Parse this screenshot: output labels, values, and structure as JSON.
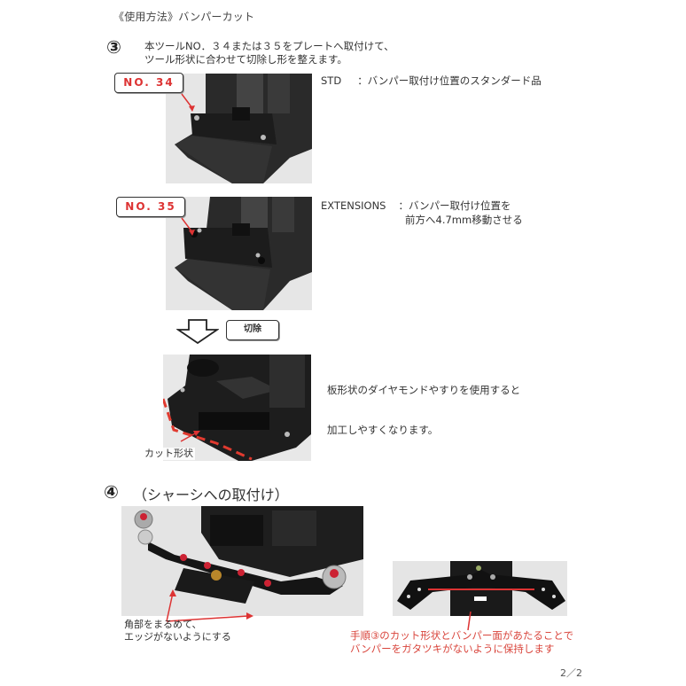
{
  "page": {
    "heading": "《使用方法》バンパーカット",
    "page_number": "2／2"
  },
  "step3": {
    "number": "③",
    "instruction_line1": "本ツールNO．３４または３５をプレートへ取付けて、",
    "instruction_line2": "ツール形状に合わせて切除し形を整えます。",
    "no34": {
      "label": "NO. 34",
      "desc_key": "STD",
      "desc_line1": "：バンパー取付け位置のスタンダード品"
    },
    "no35": {
      "label": "NO. 35",
      "desc_key": "EXTENSIONS",
      "desc_line1": "：バンパー取付け位置を",
      "desc_line2": "前方へ4.7mm移動させる"
    },
    "cut_label": "切除",
    "tip_line1": "板形状のダイヤモンドやすりを使用すると",
    "tip_line2": "加工しやすくなります。",
    "cut_shape_caption": "カット形状"
  },
  "step4": {
    "number": "④",
    "title": "（シャーシへの取付け）",
    "corner_note_line1": "角部をまるめて、",
    "corner_note_line2": "エッジがないようにする",
    "red_note_line1": "手順③のカット形状とバンパー面があたることで",
    "red_note_line2": "バンパーをガタツキがないように保持します"
  },
  "colors": {
    "accent_red": "#d9453c",
    "text": "#333333"
  }
}
